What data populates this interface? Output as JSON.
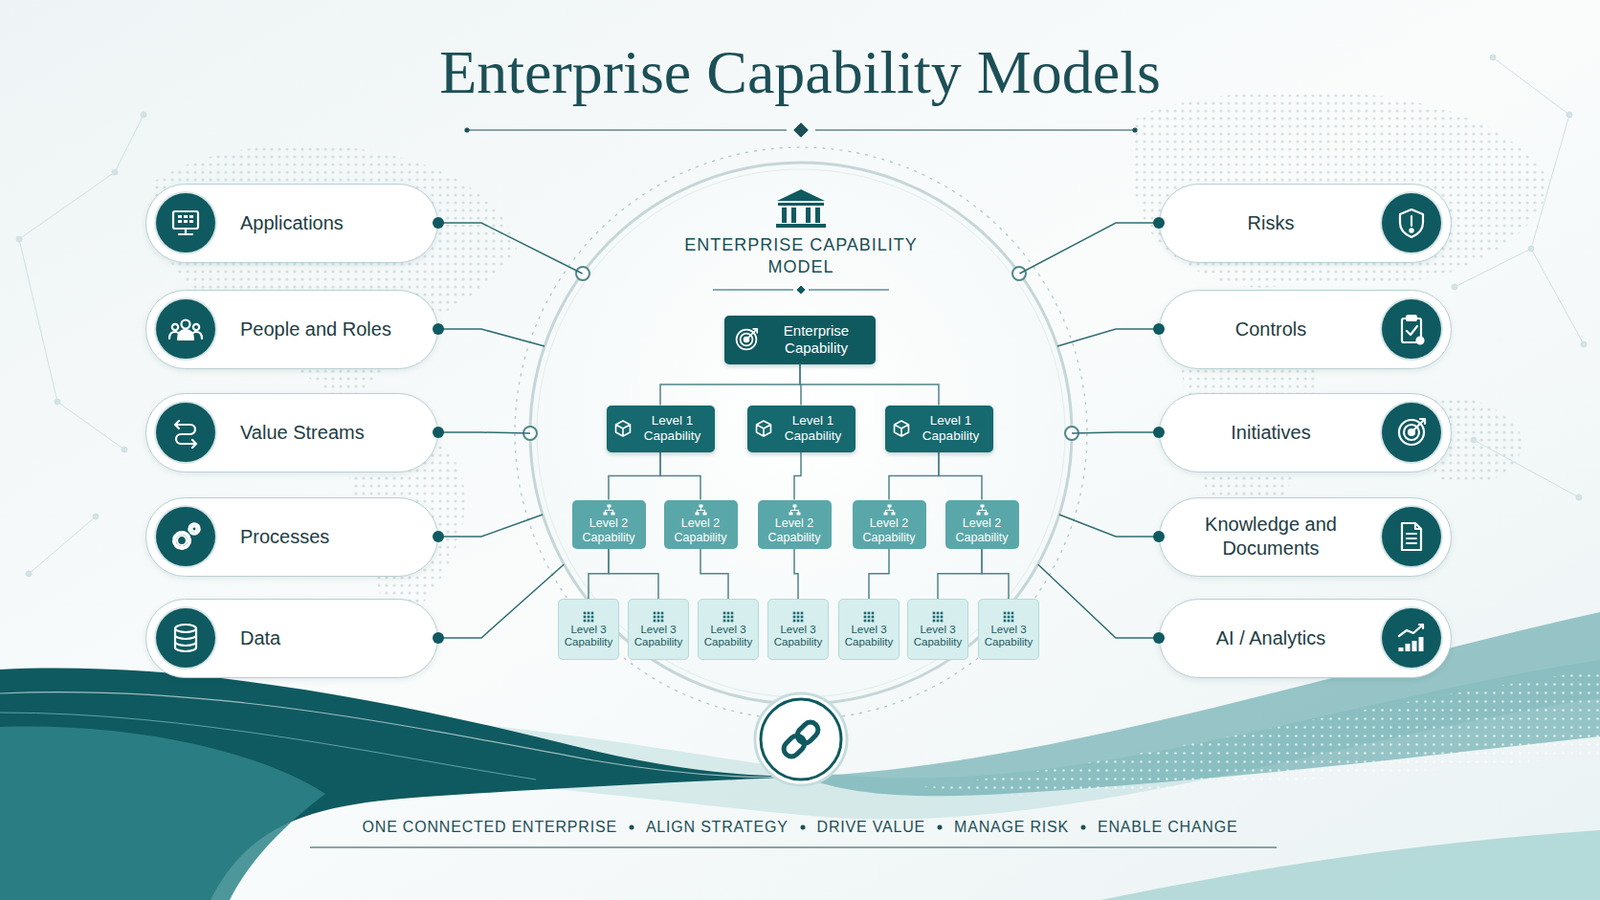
{
  "diagram": {
    "title": "Enterprise Capability Models",
    "nodes": [
      {
        "text": [
          "ENTERPRISE CAPABILITY MODEL"
        ]
      },
      {
        "text": [
          "Enterprise Capability"
        ],
        "in": 0
      },
      {
        "text": [
          "Level 1 Capability"
        ],
        "in": 0
      },
      {
        "text": [
          "Level 1 Capability"
        ],
        "in": 0
      },
      {
        "text": [
          "Level 1 Capability"
        ],
        "in": 0
      },
      {
        "text": [
          "Level 2 Capability"
        ],
        "in": 0
      },
      {
        "text": [
          "Level 2 Capability"
        ],
        "in": 0
      },
      {
        "text": [
          "Level 2 Capability"
        ],
        "in": 0
      },
      {
        "text": [
          "Level 2 Capability"
        ],
        "in": 0
      },
      {
        "text": [
          "Level 2 Capability"
        ],
        "in": 0
      },
      {
        "text": [
          "Level 3 Capability"
        ],
        "in": 0
      },
      {
        "text": [
          "Level 3 Capability"
        ],
        "in": 0
      },
      {
        "text": [
          "Level 3 Capability"
        ],
        "in": 0
      },
      {
        "text": [
          "Level 3 Capability"
        ],
        "in": 0
      },
      {
        "text": [
          "Level 3 Capability"
        ],
        "in": 0
      },
      {
        "text": [
          "Level 3 Capability"
        ],
        "in": 0
      },
      {
        "text": [
          "Level 3 Capability"
        ],
        "in": 0
      },
      {
        "text": [
          "Applications"
        ]
      },
      {
        "text": [
          "People and Roles"
        ]
      },
      {
        "text": [
          "Value Streams"
        ]
      },
      {
        "text": [
          "Processes"
        ]
      },
      {
        "text": [
          "Data"
        ]
      },
      {
        "text": [
          "Risks"
        ]
      },
      {
        "text": [
          "Controls"
        ]
      },
      {
        "text": [
          "Initiatives"
        ]
      },
      {
        "text": [
          "Knowledge and Documents"
        ]
      },
      {
        "text": [
          "AI / Analytics"
        ]
      }
    ],
    "edges": [
      {
        "from": 1,
        "to": 2,
        "arrow": "none"
      },
      {
        "from": 1,
        "to": 3,
        "arrow": "none"
      },
      {
        "from": 1,
        "to": 4,
        "arrow": "none"
      },
      {
        "from": 2,
        "to": 5,
        "arrow": "none"
      },
      {
        "from": 2,
        "to": 6,
        "arrow": "none"
      },
      {
        "from": 3,
        "to": 7,
        "arrow": "none"
      },
      {
        "from": 4,
        "to": 8,
        "arrow": "none"
      },
      {
        "from": 4,
        "to": 9,
        "arrow": "none"
      },
      {
        "from": 5,
        "to": 10,
        "arrow": "none"
      },
      {
        "from": 5,
        "to": 11,
        "arrow": "none"
      },
      {
        "from": 6,
        "to": 12,
        "arrow": "none"
      },
      {
        "from": 7,
        "to": 13,
        "arrow": "none"
      },
      {
        "from": 8,
        "to": 14,
        "arrow": "none"
      },
      {
        "from": 9,
        "to": 15,
        "arrow": "none"
      },
      {
        "from": 9,
        "to": 16,
        "arrow": "none"
      },
      {
        "from": 17,
        "to": 0,
        "arrow": "none"
      },
      {
        "from": 18,
        "to": 0,
        "arrow": "none"
      },
      {
        "from": 19,
        "to": 0,
        "arrow": "none"
      },
      {
        "from": 20,
        "to": 0,
        "arrow": "none"
      },
      {
        "from": 21,
        "to": 0,
        "arrow": "none"
      },
      {
        "from": 22,
        "to": 0,
        "arrow": "none"
      },
      {
        "from": 23,
        "to": 0,
        "arrow": "none"
      },
      {
        "from": 24,
        "to": 0,
        "arrow": "none"
      },
      {
        "from": 25,
        "to": 0,
        "arrow": "none"
      },
      {
        "from": 26,
        "to": 0,
        "arrow": "none"
      }
    ],
    "labels": [
      "ONE CONNECTED ENTERPRISE",
      "ALIGN STRATEGY",
      "DRIVE VALUE",
      "MANAGE RISK",
      "ENABLE CHANGE"
    ]
  }
}
